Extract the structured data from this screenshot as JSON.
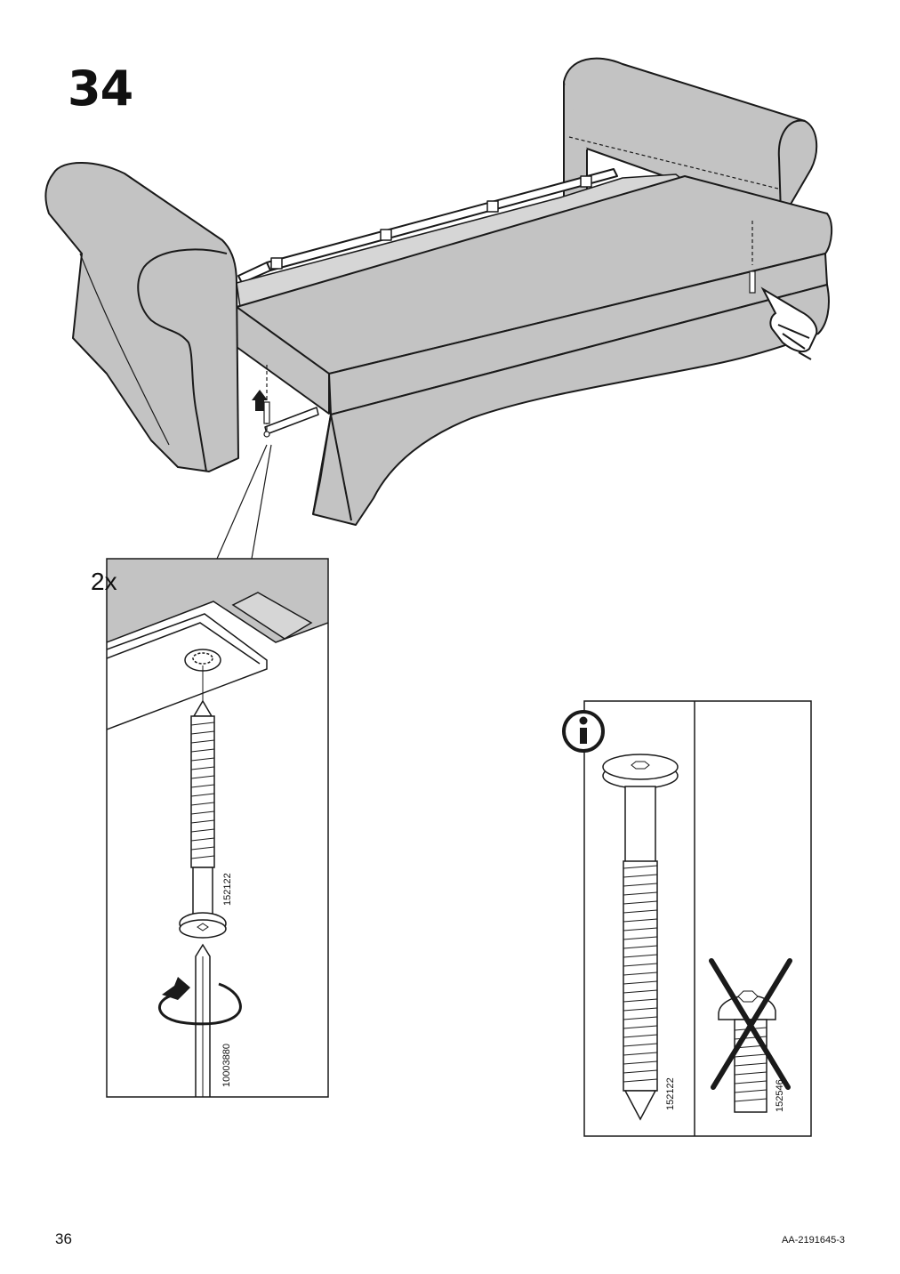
{
  "step": {
    "number": "34"
  },
  "detail": {
    "quantity": "2x",
    "screw_part": "152122",
    "tool_part": "10003880"
  },
  "info_panel": {
    "icon": "info-icon",
    "correct_part": "152122",
    "wrong_part": "152546"
  },
  "footer": {
    "page_number": "36",
    "doc_code": "AA-2191645-3"
  },
  "colors": {
    "fabric": "#c3c3c3",
    "line": "#1a1a1a",
    "background": "#ffffff"
  }
}
